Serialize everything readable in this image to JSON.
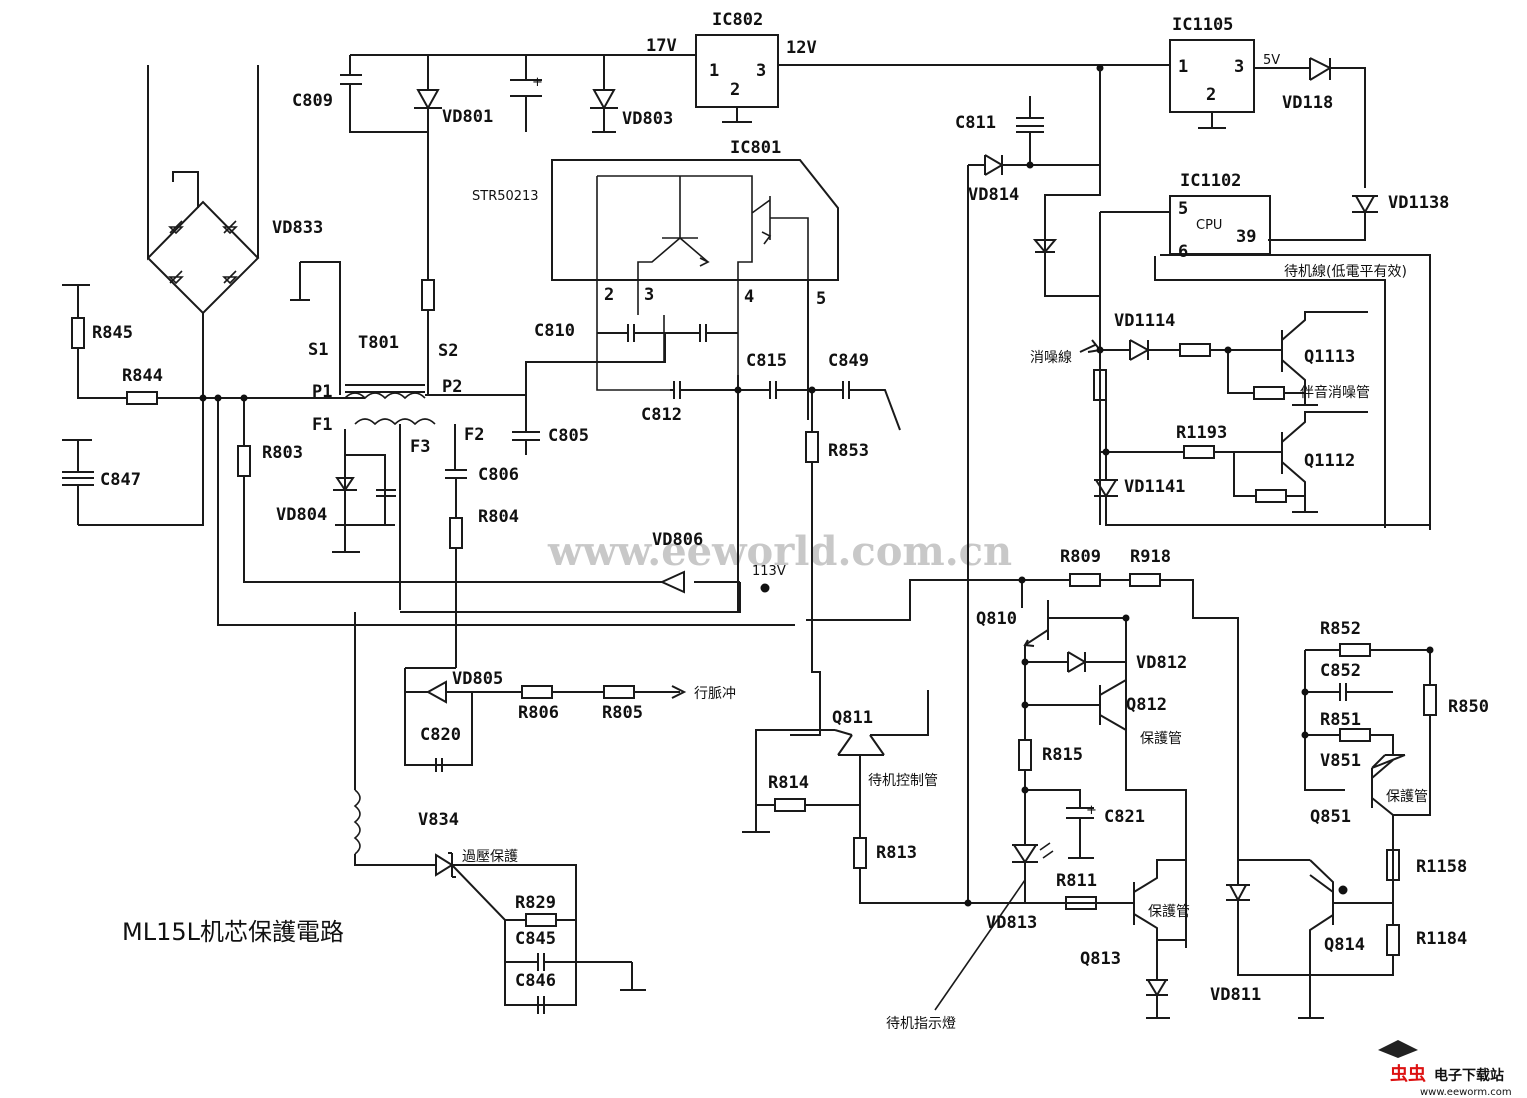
{
  "title": "ML15L机芯保護電路",
  "watermark": "www.eeworld.com.cn",
  "logo": {
    "text": "电子下载站",
    "url": "www.eeworm.com"
  },
  "ic_labels": {
    "ic802": "IC802",
    "ic801": "IC801",
    "ic1105": "IC1105",
    "ic1102": "IC1102",
    "ic801_part": "STR50213",
    "cpu": "CPU"
  },
  "pins": {
    "ic802_1": "1",
    "ic802_2": "2",
    "ic802_3": "3",
    "ic1105_1": "1",
    "ic1105_2": "2",
    "ic1105_3": "3",
    "ic1102_5": "5",
    "ic1102_6": "6",
    "ic1102_39": "39",
    "ic801_2": "2",
    "ic801_3": "3",
    "ic801_4": "4",
    "ic801_5": "5"
  },
  "voltages": {
    "v17": "17V",
    "v12": "12V",
    "v5": "5V",
    "v113": "113V"
  },
  "transformer": {
    "name": "T801",
    "s1": "S1",
    "s2": "S2",
    "p1": "P1",
    "p2": "P2",
    "f1": "F1",
    "f2": "F2",
    "f3": "F3"
  },
  "components": {
    "c809": "C809",
    "vd801": "VD801",
    "vd803": "VD803",
    "vd833": "VD833",
    "r845": "R845",
    "r844": "R844",
    "c847": "C847",
    "r803": "R803",
    "vd804": "VD804",
    "c806": "C806",
    "r804": "R804",
    "c810": "C810",
    "c815": "C815",
    "c849": "C849",
    "c812": "C812",
    "c805": "C805",
    "r853": "R853",
    "vd806": "VD806",
    "vd805": "VD805",
    "r806": "R806",
    "r805": "R805",
    "c820": "C820",
    "q811": "Q811",
    "r814": "R814",
    "r813": "R813",
    "v834": "V834",
    "r829": "R829",
    "c845": "C845",
    "c846": "C846",
    "c811": "C811",
    "vd814": "VD814",
    "vd118": "VD118",
    "vd1138": "VD1138",
    "vd1114": "VD1114",
    "q1113": "Q1113",
    "r1193": "R1193",
    "q1112": "Q1112",
    "vd1141": "VD1141",
    "r809": "R809",
    "r918": "R918",
    "q810": "Q810",
    "vd812": "VD812",
    "q812": "Q812",
    "r815": "R815",
    "c821": "C821",
    "r811": "R811",
    "vd813": "VD813",
    "q813": "Q813",
    "vd811": "VD811",
    "q814": "Q814",
    "r852": "R852",
    "c852": "C852",
    "r851": "R851",
    "v851": "V851",
    "q851": "Q851",
    "r850": "R850",
    "r1158": "R1158",
    "r1184": "R1184"
  },
  "annotations": {
    "standby_line": "待机線(低電平有效)",
    "mute_line": "消噪線",
    "audio_mute": "伴音消噪管",
    "line_pulse": "行脈冲",
    "standby_ctrl": "待机控制管",
    "protect_812": "保護管",
    "protect_813": "保護管",
    "protect_851": "保護管",
    "overvoltage": "過壓保護",
    "standby_led": "待机指示燈"
  }
}
